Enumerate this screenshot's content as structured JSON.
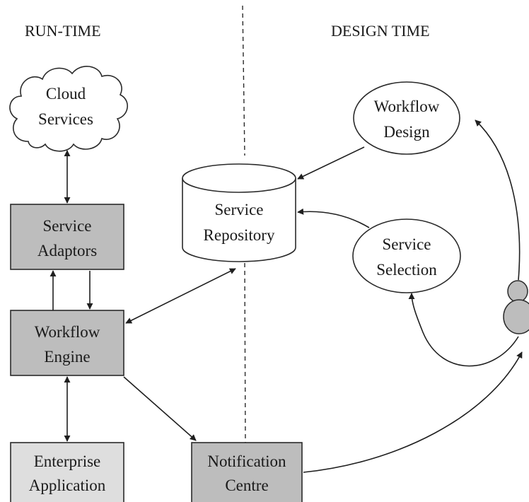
{
  "headers": {
    "run_time": "RUN-TIME",
    "design_time": "DESIGN TIME"
  },
  "nodes": {
    "cloud_services": [
      "Cloud",
      "Services"
    ],
    "service_adaptors": [
      "Service",
      "Adaptors"
    ],
    "workflow_engine": [
      "Workflow",
      "Engine"
    ],
    "enterprise_application": [
      "Enterprise",
      "Application"
    ],
    "service_repository": [
      "Service",
      "Repository"
    ],
    "notification_centre": [
      "Notification",
      "Centre"
    ],
    "workflow_design": [
      "Workflow",
      "Design"
    ],
    "service_selection": [
      "Service",
      "Selection"
    ]
  },
  "colors": {
    "dark_box": "#bdbdbd",
    "light_box": "#dedede",
    "line": "#1f1f1f"
  }
}
